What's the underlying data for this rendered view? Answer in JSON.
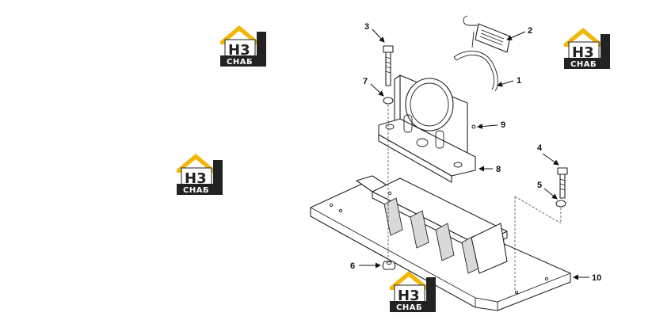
{
  "logo": {
    "brand_top": "H3",
    "brand_bottom": "СНАБ",
    "accent_color": "#f2b705",
    "dark_color": "#222222"
  },
  "callouts": {
    "c1": "1",
    "c2": "2",
    "c3": "3",
    "c4": "4",
    "c5": "5",
    "c6": "6",
    "c7": "7",
    "c8": "8",
    "c9": "9",
    "c10": "10"
  }
}
